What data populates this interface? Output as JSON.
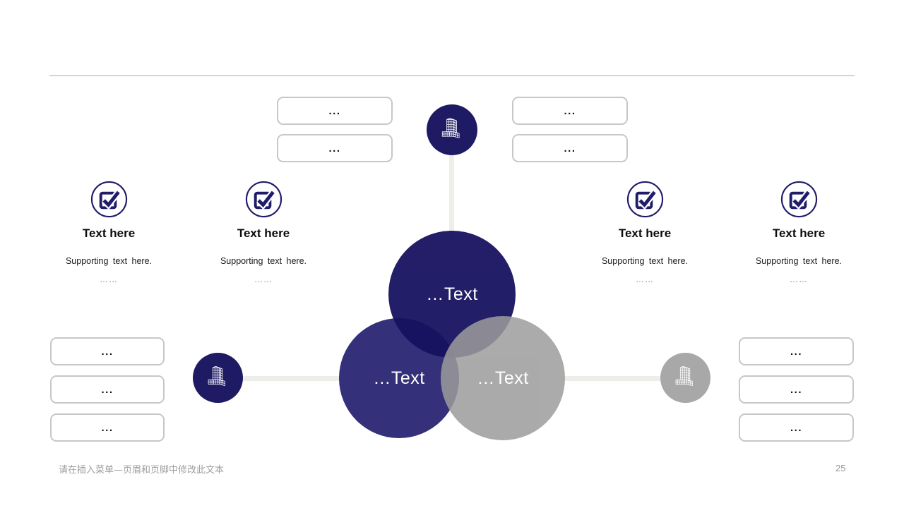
{
  "page": {
    "footer_note": "请在插入菜单—页眉和页脚中修改此文本",
    "page_number": "25"
  },
  "colors": {
    "navy": "#1e1a63",
    "indigo_circle": "#343079",
    "top_circle": "#211d67",
    "gray_circle": "#ababab",
    "gray_hub": "#a8a8a8",
    "box_border": "#c7c7c7",
    "connector": "#ededea",
    "divider": "#a8a8a8"
  },
  "venn": {
    "top": {
      "label": "…Text"
    },
    "left": {
      "label": "…Text"
    },
    "right": {
      "label": "…Text"
    }
  },
  "features": [
    {
      "title": "Text here",
      "supporting": "Supporting text here.",
      "ellipsis": "……"
    },
    {
      "title": "Text here",
      "supporting": "Supporting text here.",
      "ellipsis": "……"
    },
    {
      "title": "Text here",
      "supporting": "Supporting text here.",
      "ellipsis": "……"
    },
    {
      "title": "Text here",
      "supporting": "Supporting text here.",
      "ellipsis": "……"
    }
  ],
  "placeholder_boxes": {
    "top_left": [
      "...",
      "..."
    ],
    "top_right": [
      "...",
      "..."
    ],
    "bottom_left": [
      "...",
      "...",
      "..."
    ],
    "bottom_right": [
      "...",
      "...",
      "..."
    ]
  }
}
